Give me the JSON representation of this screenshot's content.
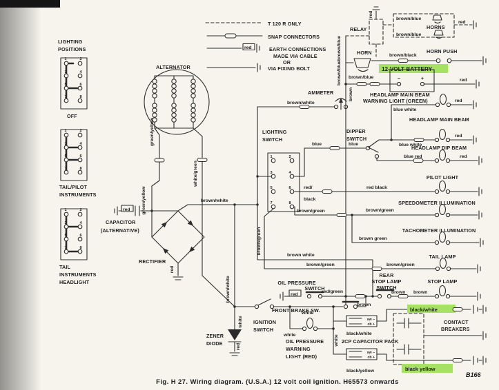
{
  "page": {
    "caption": "Fig. H 27.   Wiring diagram.  (U.S.A.) 12 volt coil ignition.  H65573 onwards",
    "code": "B166"
  },
  "legend": {
    "t120": "T 120 R  ONLY",
    "snap": "SNAP  CONNECTORS",
    "earth1": "EARTH  CONNECTIONS",
    "earth2": "MADE  VIA  CABLE",
    "earth3": "OR",
    "earth4": "VIA  FIXING  BOLT",
    "red": "red"
  },
  "panel": {
    "title1": "LIGHTING",
    "title2": "POSITIONS",
    "off": "OFF",
    "tp1": "TAIL/PILOT",
    "tp2": "INSTRUMENTS",
    "th1": "TAIL",
    "th2": "INSTRUMENTS",
    "th3": "HEADLIGHT",
    "pins": [
      "1",
      "2",
      "3",
      "4",
      "5",
      "6",
      "7",
      "8"
    ]
  },
  "comp": {
    "alternator": "ALTERNATOR",
    "capacitor1": "CAPACITOR",
    "capacitor2": "(ALTERNATIVE)",
    "rectifier": "RECTIFIER",
    "ammeter": "AMMETER",
    "lighting1": "LIGHTING",
    "lighting2": "SWITCH",
    "dipper1": "DIPPER",
    "dipper2": "SWITCH",
    "relay": "RELAY",
    "horn": "HORN",
    "horns": "HORNS",
    "horn_push": "HORN PUSH",
    "minus": "−",
    "plus": "+",
    "warn1": "HEADLAMP MAIN BEAM",
    "warn2": "WARNING LIGHT (GREEN)",
    "main_beam": "HEADLAMP  MAIN BEAM",
    "dip_beam": "HEADLAMP DIP  BEAM",
    "pilot": "PILOT  LIGHT",
    "speedo": "SPEEDOMETER  ILLUMINATION",
    "tacho": "TACHOMETER  ILLUMINATION",
    "tail": "TAIL  LAMP",
    "rear1": "REAR",
    "rear2": "STOP LAMP",
    "rear3": "SWITCH",
    "stop": "STOP  LAMP",
    "oil_sw1": "OIL  PRESSURE",
    "oil_sw2": "SWITCH",
    "front_brake": "FRONT  BRAKE  SW.",
    "ign1": "IGNITION",
    "ign2": "SWITCH",
    "oil_wl1": "OIL  PRESSURE",
    "oil_wl2": "WARNING",
    "oil_wl3": "LIGHT  (RED)",
    "zener1": "ZENER",
    "zener2": "DIODE",
    "cap_pack": "2CP  CAPACITOR  PACK",
    "contact1": "CONTACT",
    "contact2": "BREAKERS",
    "coil_sw": "sw −",
    "coil_cb": "cb +"
  },
  "wire": {
    "red": "red",
    "brown_blue": "brown/blue",
    "brown_black": "brown/black",
    "brown_white": "brown/white",
    "brown_white2": "brown  white",
    "brown": "brown",
    "brown_green": "brown/green",
    "brown_green2": "brown  green",
    "green_yellow": "green/yellow",
    "white_green": "white/green",
    "blue": "blue",
    "blue_white": "blue  white",
    "blue_red": "blue  red",
    "red_slash": "red/",
    "black_word": "black",
    "red_black": "red  black",
    "red_green": "red/green",
    "white": "white",
    "black_white": "black/white",
    "black_yellow": "black/yellow"
  },
  "highlight": {
    "battery": "12-VOLT  BATTERY",
    "black_white": "black/white",
    "black_yellow": "black  yellow",
    "color": "#a7e163"
  }
}
